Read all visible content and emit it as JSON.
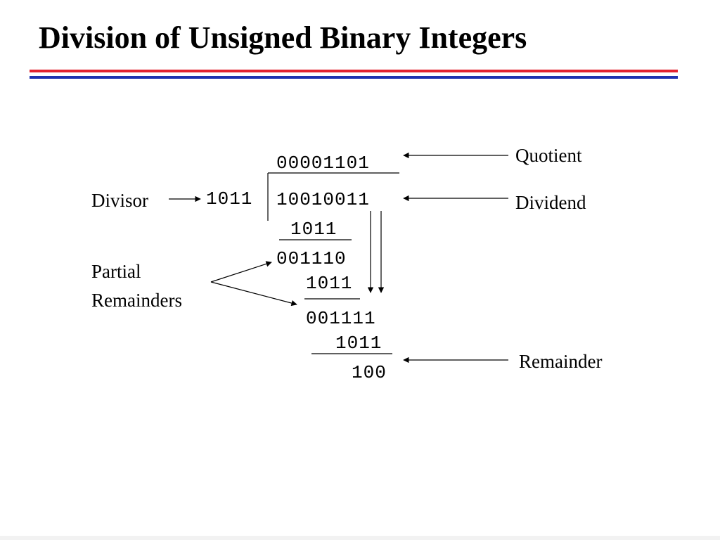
{
  "title": "Division of Unsigned Binary Integers",
  "colors": {
    "title_rule_top": "#e3232f",
    "title_rule_bottom": "#1f33b0"
  },
  "division": {
    "quotient": "00001101",
    "divisor": "1011",
    "dividend": "10010011",
    "steps": [
      {
        "subtrahend": "1011",
        "partial_remainder": "001110"
      },
      {
        "subtrahend": "1011",
        "partial_remainder": "001111"
      },
      {
        "subtrahend": "1011",
        "partial_remainder": "100"
      }
    ]
  },
  "labels": {
    "quotient": "Quotient",
    "dividend": "Dividend",
    "divisor": "Divisor",
    "partial_remainders": [
      "Partial",
      "Remainders"
    ],
    "remainder": "Remainder"
  }
}
